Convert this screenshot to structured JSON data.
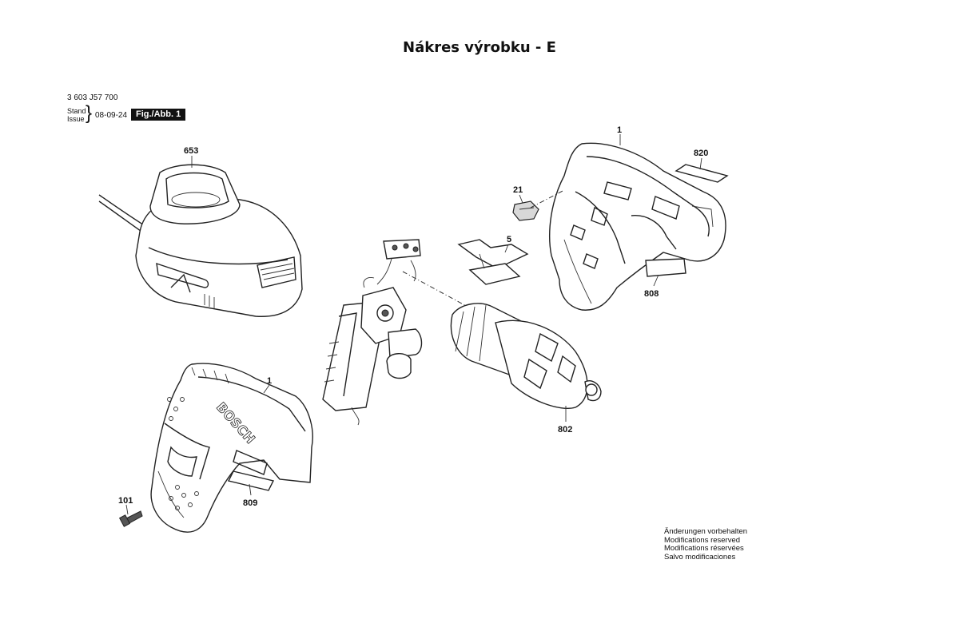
{
  "title": "Nákres výrobku - E",
  "document": {
    "number": "3 603 J57 700",
    "stand_label": "Stand",
    "issue_label": "Issue",
    "date": "08-09-24",
    "figure": "Fig./Abb. 1"
  },
  "parts": {
    "charger": "653",
    "housing_top": "1",
    "label_820": "820",
    "switch_21": "21",
    "part_5": "5",
    "label_808": "808",
    "motor_gear": "802",
    "housing_bottom": "1",
    "screw": "101",
    "label_809": "809"
  },
  "brand_text": "BOSCH",
  "notes": [
    "Änderungen vorbehalten",
    "Modifications reserved",
    "Modifications réservées",
    "Salvo modificaciones"
  ]
}
